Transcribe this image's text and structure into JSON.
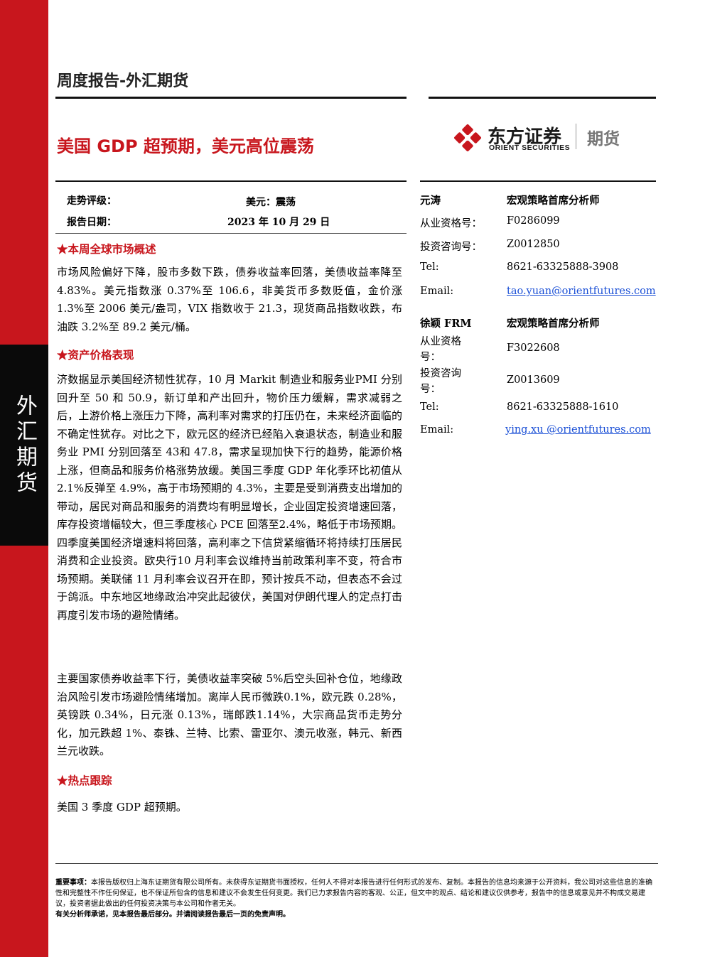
{
  "side_label": "外汇期货",
  "header": {
    "report_type": "周度报告-外汇期货"
  },
  "title": "美国 GDP 超预期，美元高位震荡",
  "logo": {
    "cn": "东方证券",
    "en": "ORIENT SECURITIES",
    "sub": "期货"
  },
  "meta": {
    "rating_label": "走势评级：",
    "rating_value": "美元：震荡",
    "date_label": "报告日期：",
    "date_value": "2023 年 10 月 29 日"
  },
  "sections": [
    {
      "heading": "★本周全球市场概述",
      "text": "市场风险偏好下降，股市多数下跌，债券收益率回落，美债收益率降至 4.83%。美元指数涨 0.37%至 106.6，非美货币多数贬值，金价涨 1.3%至 2006 美元/盎司，VIX 指数收于 21.3，现货商品指数收跌，布油跌 3.2%至 89.2 美元/桶。"
    },
    {
      "heading": "★资产价格表现",
      "text": "济数据显示美国经济韧性犹存，10 月 Markit 制造业和服务业PMI 分别回升至 50 和 50.9，新订单和产出回升，物价压力缓解，需求减弱之后，上游价格上涨压力下降，高利率对需求的打压仍在，未来经济面临的不确定性犹存。对比之下，欧元区的经济已经陷入衰退状态，制造业和服务业 PMI 分别回落至 43和 47.8，需求呈现加快下行的趋势，能源价格上涨，但商品和服务价格涨势放缓。美国三季度 GDP 年化季环比初值从 2.1%反弹至 4.9%，高于市场预期的 4.3%，主要是受到消费支出增加的带动，居民对商品和服务的消费均有明显增长，企业固定投资增速回落，库存投资增幅较大，但三季度核心 PCE 回落至2.4%，略低于市场预期。四季度美国经济增速料将回落，高利率之下信贷紧缩循环将持续打压居民消费和企业投资。欧央行10 月利率会议维持当前政策利率不变，符合市场预期。美联储 11 月利率会议召开在即，预计按兵不动，但表态不会过于鸽派。中东地区地缘政治冲突此起彼伏，美国对伊朗代理人的定点打击再度引发市场的避险情绪。",
      "text2": "主要国家债券收益率下行，美债收益率突破 5%后空头回补仓位，地缘政治风险引发市场避险情绪增加。离岸人民币微跌0.1%，欧元跌 0.28%，英镑跌 0.34%，日元涨 0.13%，瑞郎跌1.14%，大宗商品货币走势分化，加元跌超 1%、泰铢、兰特、比索、雷亚尔、澳元收涨，韩元、新西兰元收跌。"
    },
    {
      "heading": "★热点跟踪",
      "text": "美国 3 季度 GDP 超预期。"
    }
  ],
  "analysts": [
    {
      "name": "元涛",
      "title": "宏观策略首席分析师",
      "qual_label": "从业资格号：",
      "qual": "F0286099",
      "consult_label": "投资咨询号：",
      "consult": "Z0012850",
      "tel_label": "Tel:",
      "tel": "8621-63325888-3908",
      "email_label": "Email:",
      "email": "tao.yuan@orientfutures.com"
    },
    {
      "name": "徐颖 FRM",
      "title": "宏观策略首席分析师",
      "qual_label": "从业资格号：",
      "qual": "F3022608",
      "consult_label": "投资咨询号：",
      "consult": "Z0013609",
      "tel_label": "Tel:",
      "tel": "8621-63325888-1610",
      "email_label": "Email:",
      "email": "ying.xu @orientfutures.com"
    }
  ],
  "disclaimer": {
    "label": "重要事项：",
    "text": "本报告版权归上海东证期货有限公司所有。未获得东证期货书面授权，任何人不得对本报告进行任何形式的发布、复制。本报告的信息均来源于公开资料，我公司对这些信息的准确性和完整性不作任何保证，也不保证所包含的信息和建议不会发生任何变更。我们已力求报告内容的客观、公正，但文中的观点、结论和建议仅供参考，报告中的信息或意见并不构成交易建议，投资者据此做出的任何投资决策与本公司和作者无关。",
    "note": "有关分析师承诺，见本报告最后部分。并请阅读报告最后一页的免责声明。"
  },
  "colors": {
    "brand_red": "#c8161d",
    "side_black": "#0a0a0a",
    "link_blue": "#1a4fd6"
  }
}
